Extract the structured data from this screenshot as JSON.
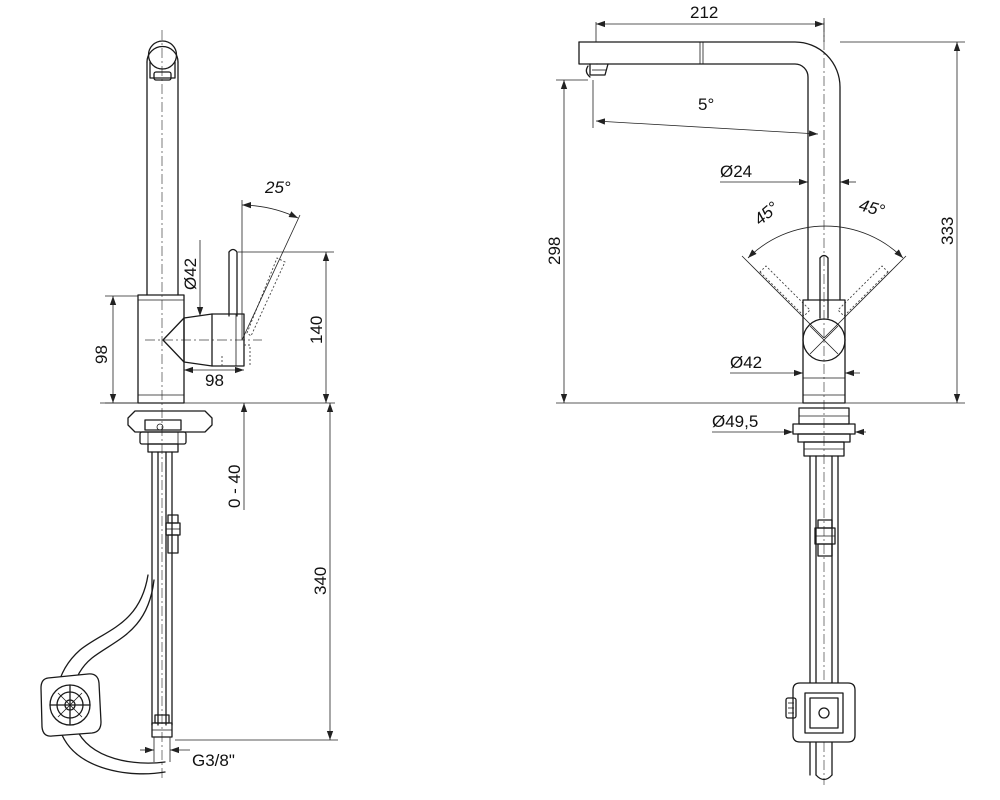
{
  "side_view": {
    "swivel_angle": "25°",
    "body_diameter": "Ø42",
    "body_height": "98",
    "handle_length": "98",
    "lever_height": "140",
    "deck_thickness": "0 - 40",
    "hose_length": "340",
    "connection_thread": "G3/8\""
  },
  "front_view": {
    "spout_reach": "212",
    "spout_tilt": "5°",
    "total_height": "333",
    "spout_height": "298",
    "spout_diameter": "Ø24",
    "lever_angle_left": "45°",
    "lever_angle_right": "45°",
    "body_diameter": "Ø42",
    "base_diameter": "Ø49,5"
  }
}
